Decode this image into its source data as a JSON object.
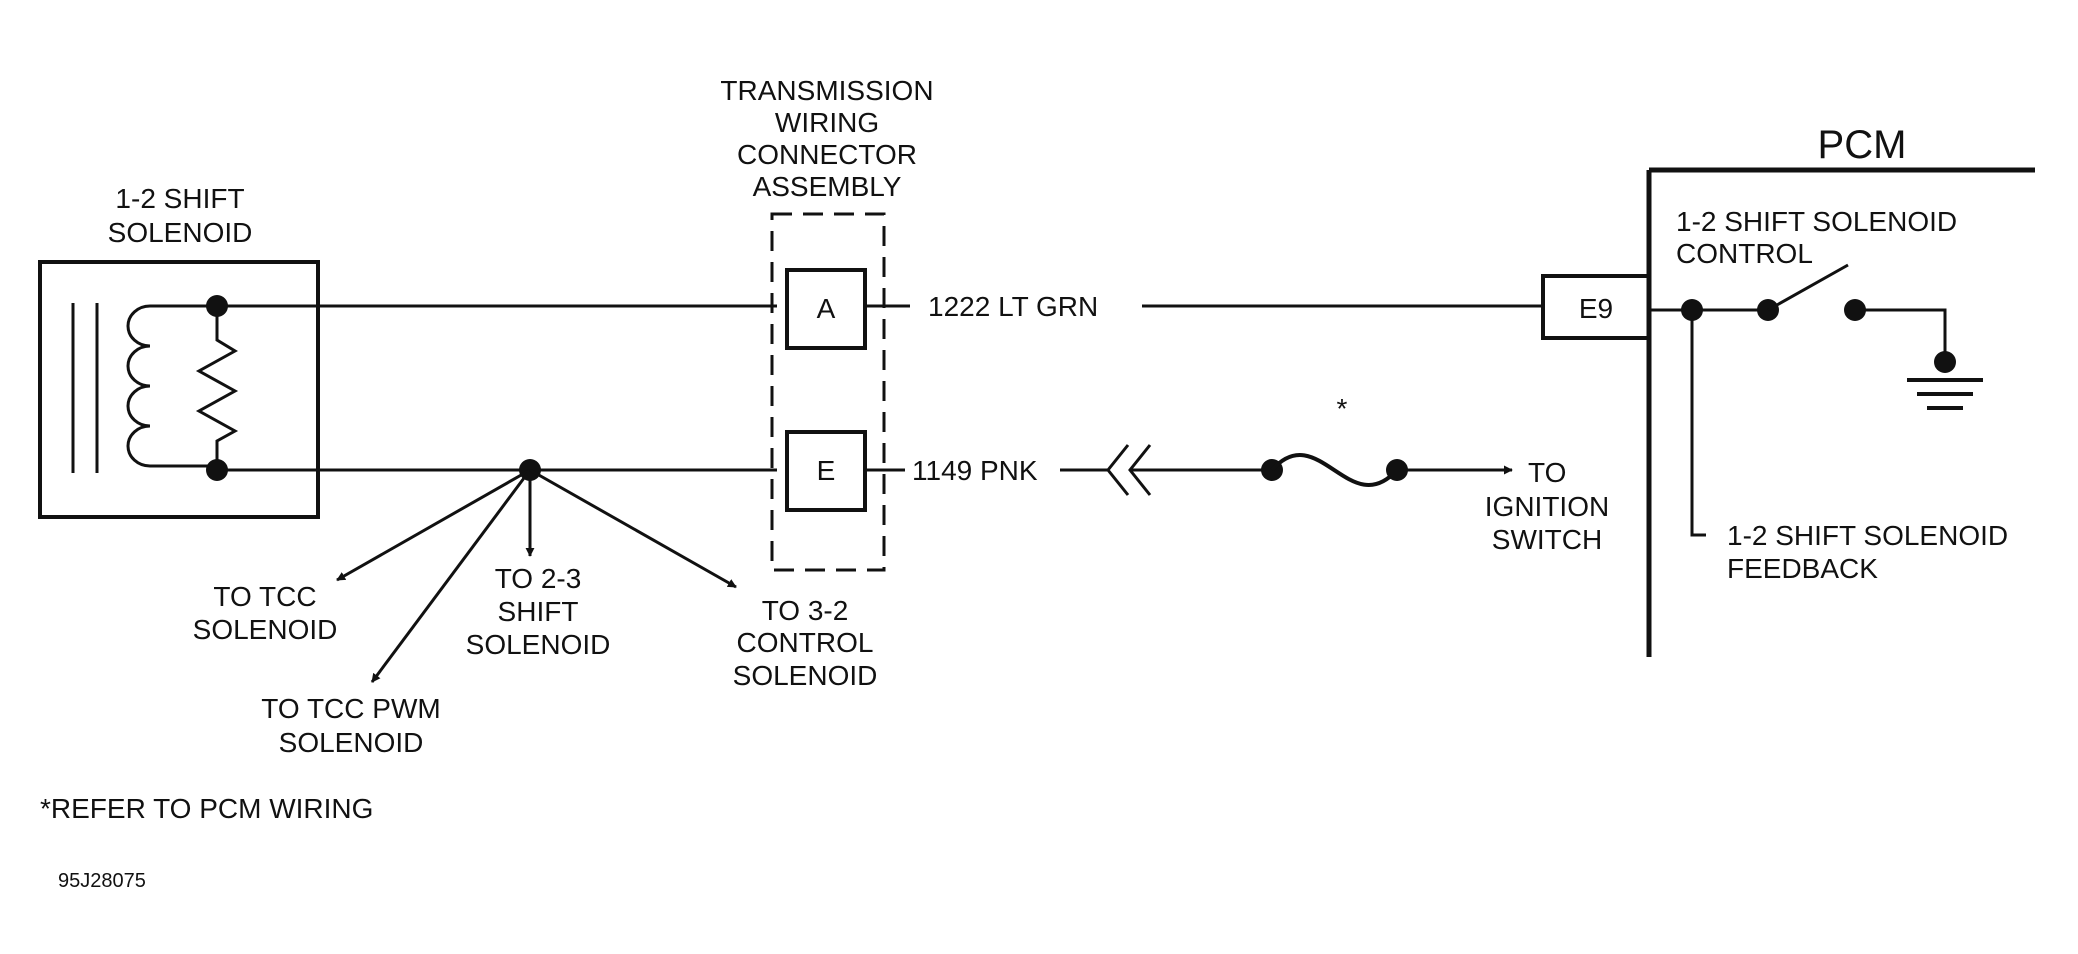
{
  "labels": {
    "shift_solenoid_title": [
      "1-2 SHIFT",
      "SOLENOID"
    ],
    "connector_title": [
      "TRANSMISSION",
      "WIRING",
      "CONNECTOR",
      "ASSEMBLY"
    ],
    "pcm_title": "PCM",
    "control_label": [
      "1-2 SHIFT SOLENOID",
      "CONTROL"
    ],
    "feedback_label": [
      "1-2 SHIFT SOLENOID",
      "FEEDBACK"
    ],
    "wire_green": "1222 LT GRN",
    "wire_pink": "1149 PNK",
    "to_ignition": [
      "TO",
      "IGNITION",
      "SWITCH"
    ],
    "fuse_asterisk": "*",
    "to_tcc": [
      "TO TCC",
      "SOLENOID"
    ],
    "to_tcc_pwm": [
      "TO TCC PWM",
      "SOLENOID"
    ],
    "to_23": [
      "TO 2-3",
      "SHIFT",
      "SOLENOID"
    ],
    "to_32": [
      "TO 3-2",
      "CONTROL",
      "SOLENOID"
    ],
    "footnote": "*REFER TO PCM WIRING",
    "figure_id": "95J28075"
  },
  "pins": {
    "a": "A",
    "e": "E",
    "e9": "E9"
  }
}
